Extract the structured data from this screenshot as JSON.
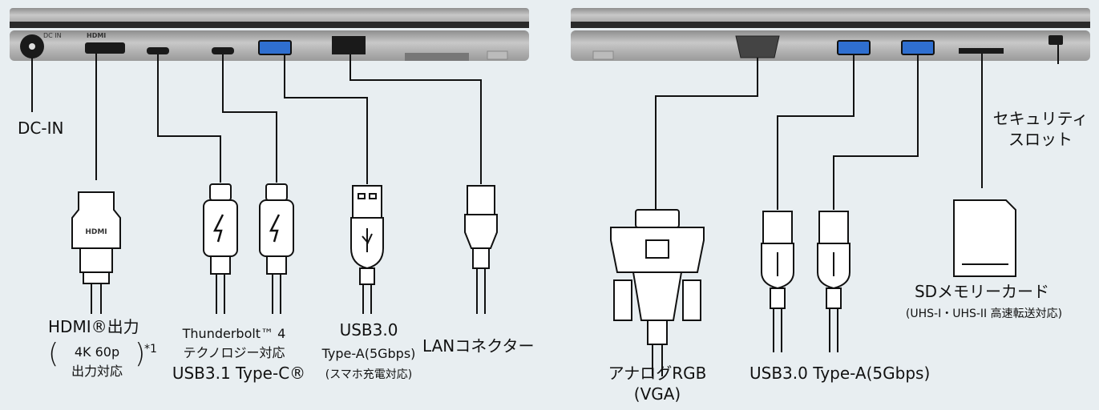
{
  "left_side": {
    "port_marks": {
      "dc": "DC IN",
      "hdmi": "HDMI"
    },
    "dc_in": "DC-IN",
    "hdmi": {
      "title": "HDMI®出力",
      "note_line1": "4K 60p",
      "note_line2": "出力対応",
      "footnote": "*1",
      "plug_logo": "HDMI"
    },
    "thunderbolt": {
      "line1": "Thunderbolt™ 4",
      "line2": "テクノロジー対応",
      "line3": "USB3.1 Type-C®"
    },
    "usb": {
      "line1": "USB3.0",
      "line2": "Type-A(5Gbps)",
      "line3": "(スマホ充電対応)"
    },
    "lan": "LANコネクター"
  },
  "right_side": {
    "security": {
      "line1": "セキュリティ",
      "line2": "スロット"
    },
    "vga": {
      "line1": "アナログRGB",
      "line2": "(VGA)"
    },
    "usb": "USB3.0 Type-A(5Gbps)",
    "sd": {
      "line1": "SDメモリーカード",
      "line2": "(UHS-I・UHS-II 高速転送対応)"
    }
  },
  "colors": {
    "background": "#e8eef1",
    "chassis": "#a9a9a9",
    "usb_blue": "#2f6fd0",
    "line": "#111111"
  }
}
